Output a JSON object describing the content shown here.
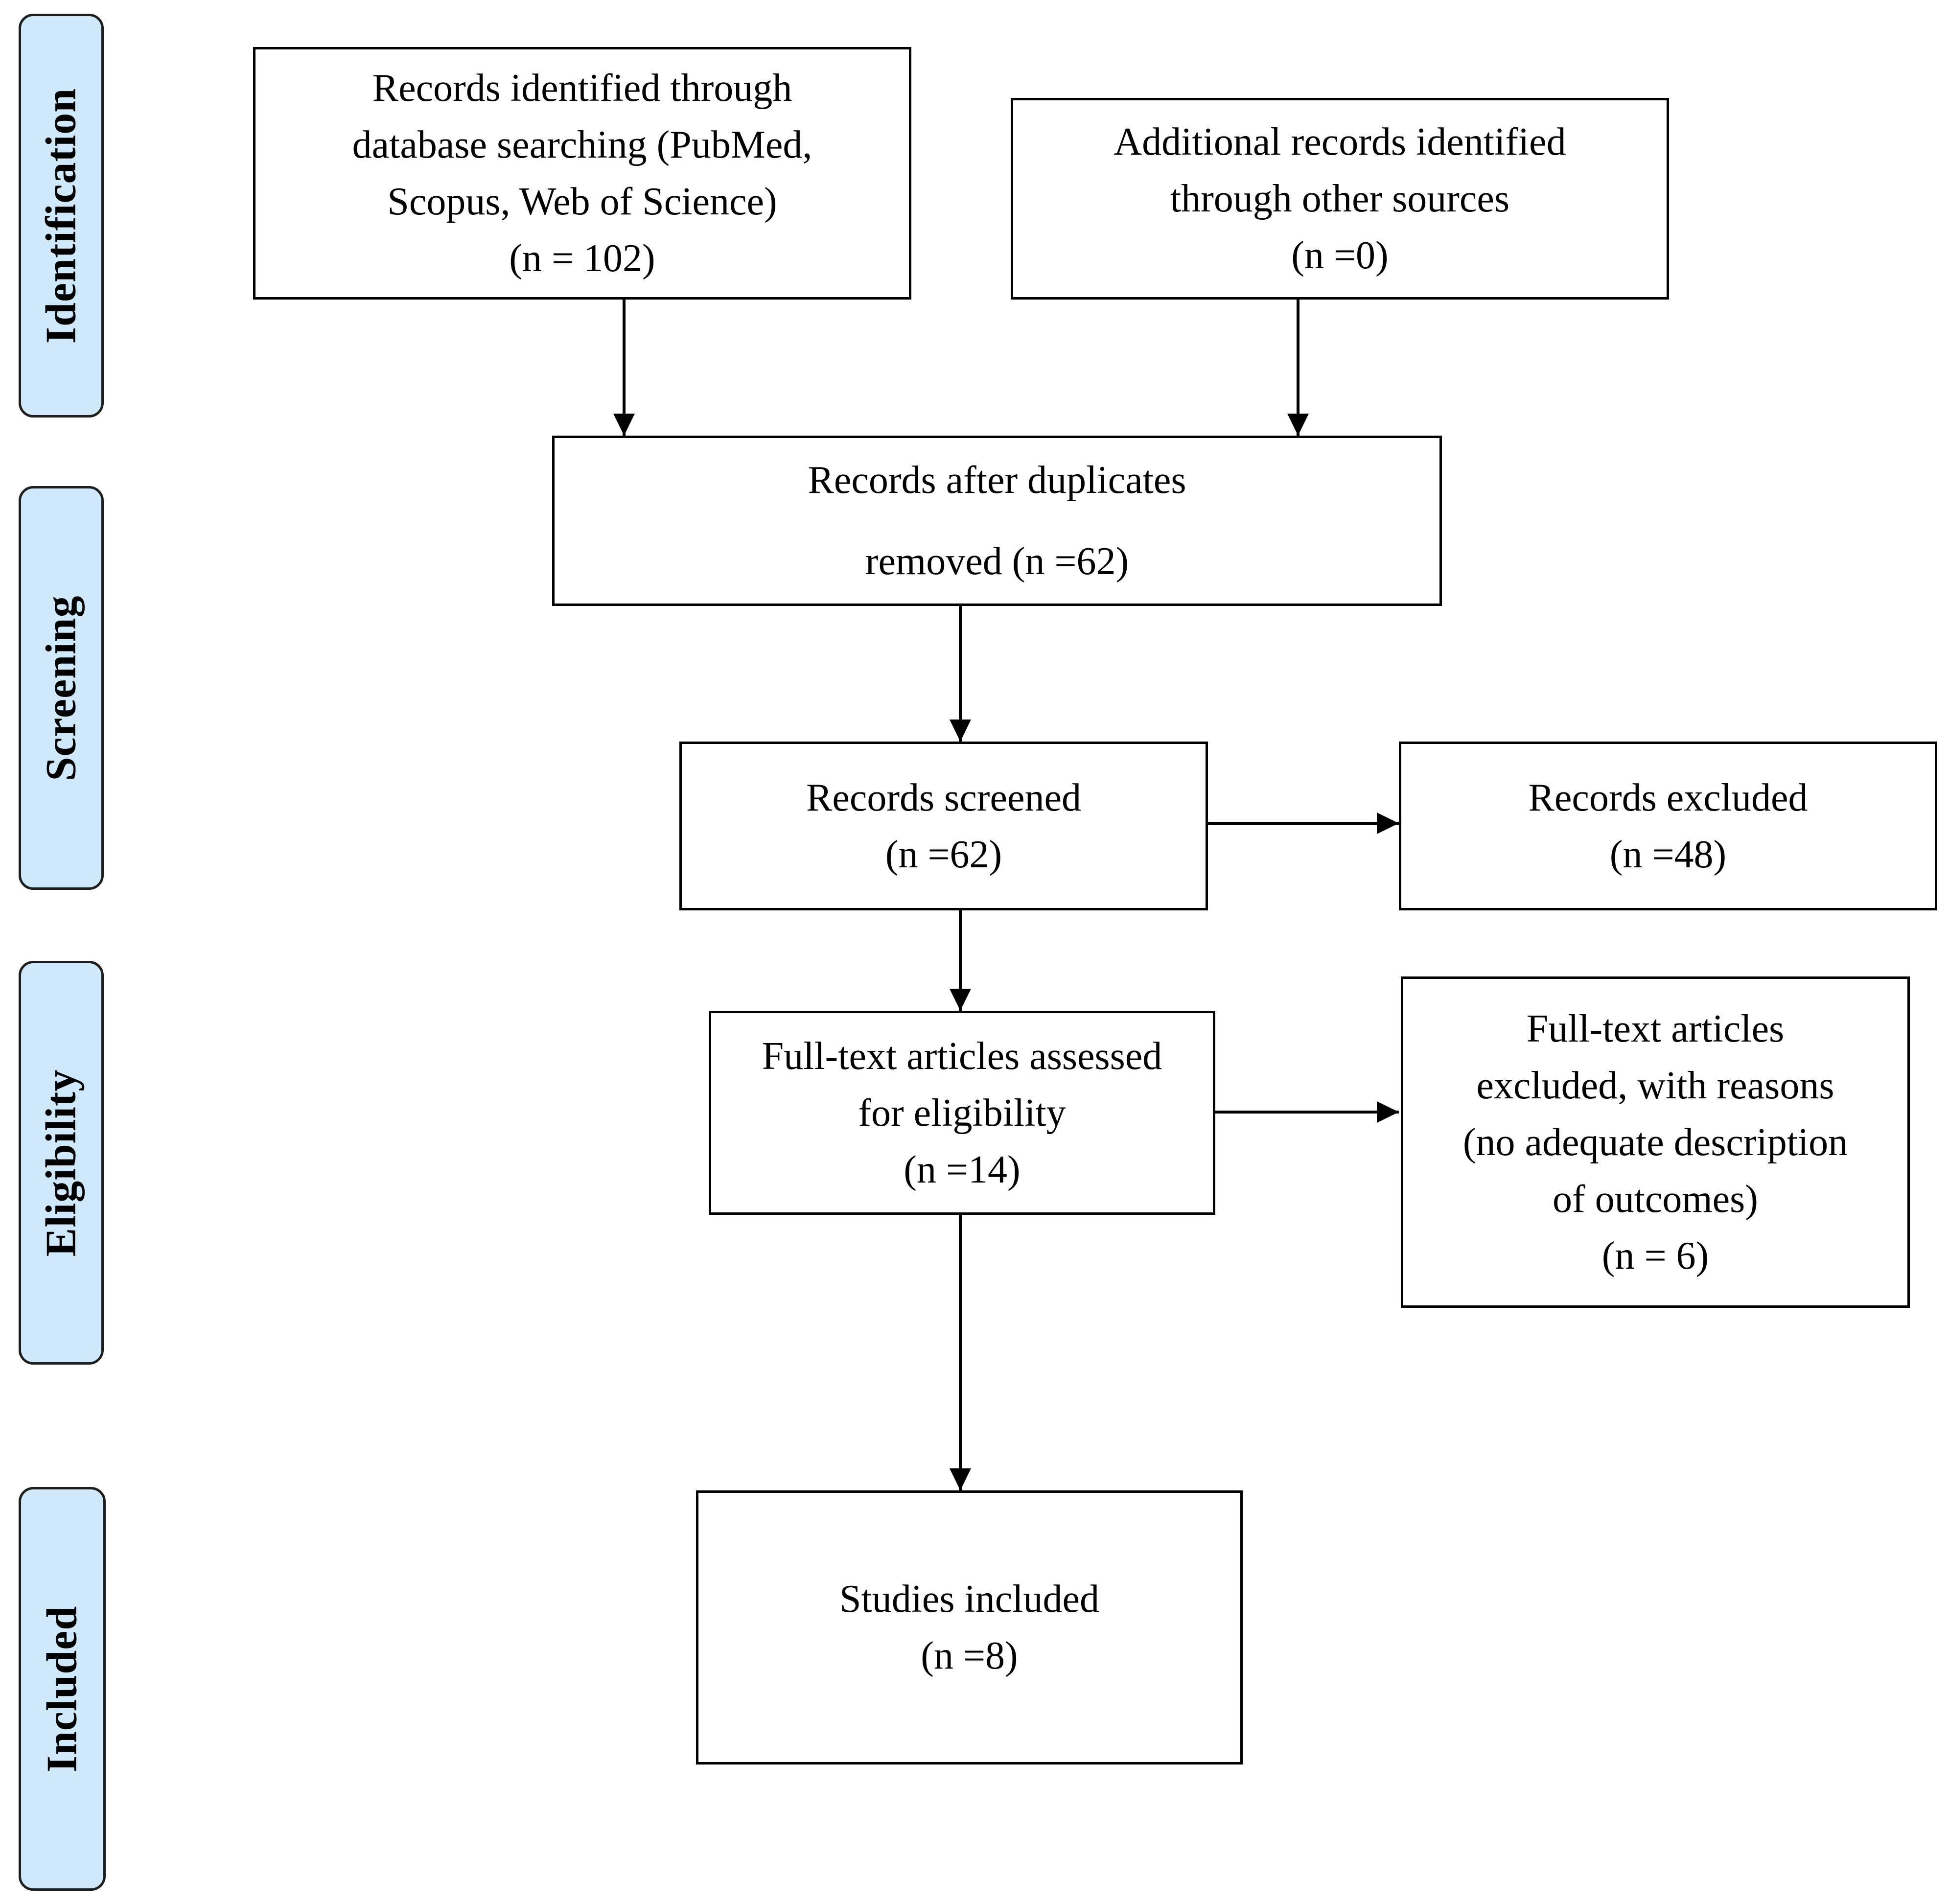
{
  "phases": {
    "identification": "Identification",
    "screening": "Screening",
    "eligibility": "Eligibility",
    "included": "Included"
  },
  "boxes": {
    "database_records": {
      "line1": "Records identified through",
      "line2": "database searching (PubMed,",
      "line3": "Scopus, Web of Science)",
      "count": "(n = 102)"
    },
    "other_sources": {
      "line1": "Additional records identified",
      "line2": "through other sources",
      "count": "(n =0)"
    },
    "after_duplicates": {
      "line1": "Records after duplicates",
      "line2": "removed (n =62)"
    },
    "screened": {
      "line1": "Records screened",
      "count": "(n =62)"
    },
    "excluded": {
      "line1": "Records excluded",
      "count": "(n =48)"
    },
    "fulltext_assessed": {
      "line1": "Full-text articles assessed",
      "line2": "for eligibility",
      "count": "(n =14)"
    },
    "fulltext_excluded": {
      "line1": "Full-text articles",
      "line2": "excluded, with reasons",
      "line3": "(no adequate description",
      "line4": "of outcomes)",
      "count": "(n = 6)"
    },
    "included": {
      "line1": "Studies included",
      "count": "(n =8)"
    }
  },
  "colors": {
    "phase_fill": "#cfe9fb",
    "line": "#000000"
  }
}
